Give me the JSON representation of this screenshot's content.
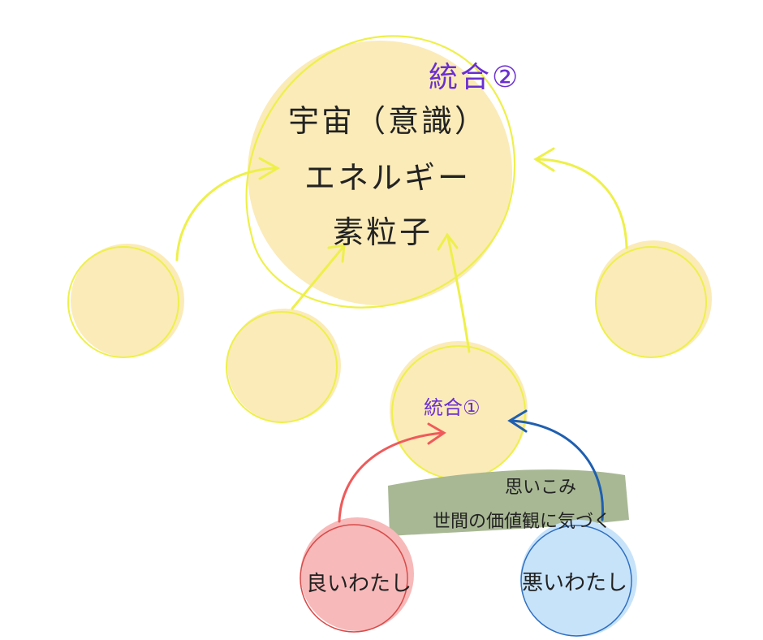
{
  "center": {
    "integration_label": "統合②",
    "lines": [
      "宇宙（意識）",
      "エネルギー",
      "素粒子"
    ]
  },
  "middle": {
    "integration_label": "統合①"
  },
  "band": {
    "line1": "思いこみ",
    "line2": "世間の価値観に気づく"
  },
  "good_self": {
    "label": "良いわたし"
  },
  "bad_self": {
    "label": "悪いわたし"
  },
  "colors": {
    "yellow_fill": "#fbebb8",
    "yellow_stroke": "#eef04a",
    "purple_text": "#6a2fd0",
    "green_band": "#a8b894",
    "pink_fill": "#f7b9b9",
    "red_arrow": "#ef5a5a",
    "blue_fill": "#c7e3fa",
    "blue_arrow": "#1f5fb0"
  }
}
